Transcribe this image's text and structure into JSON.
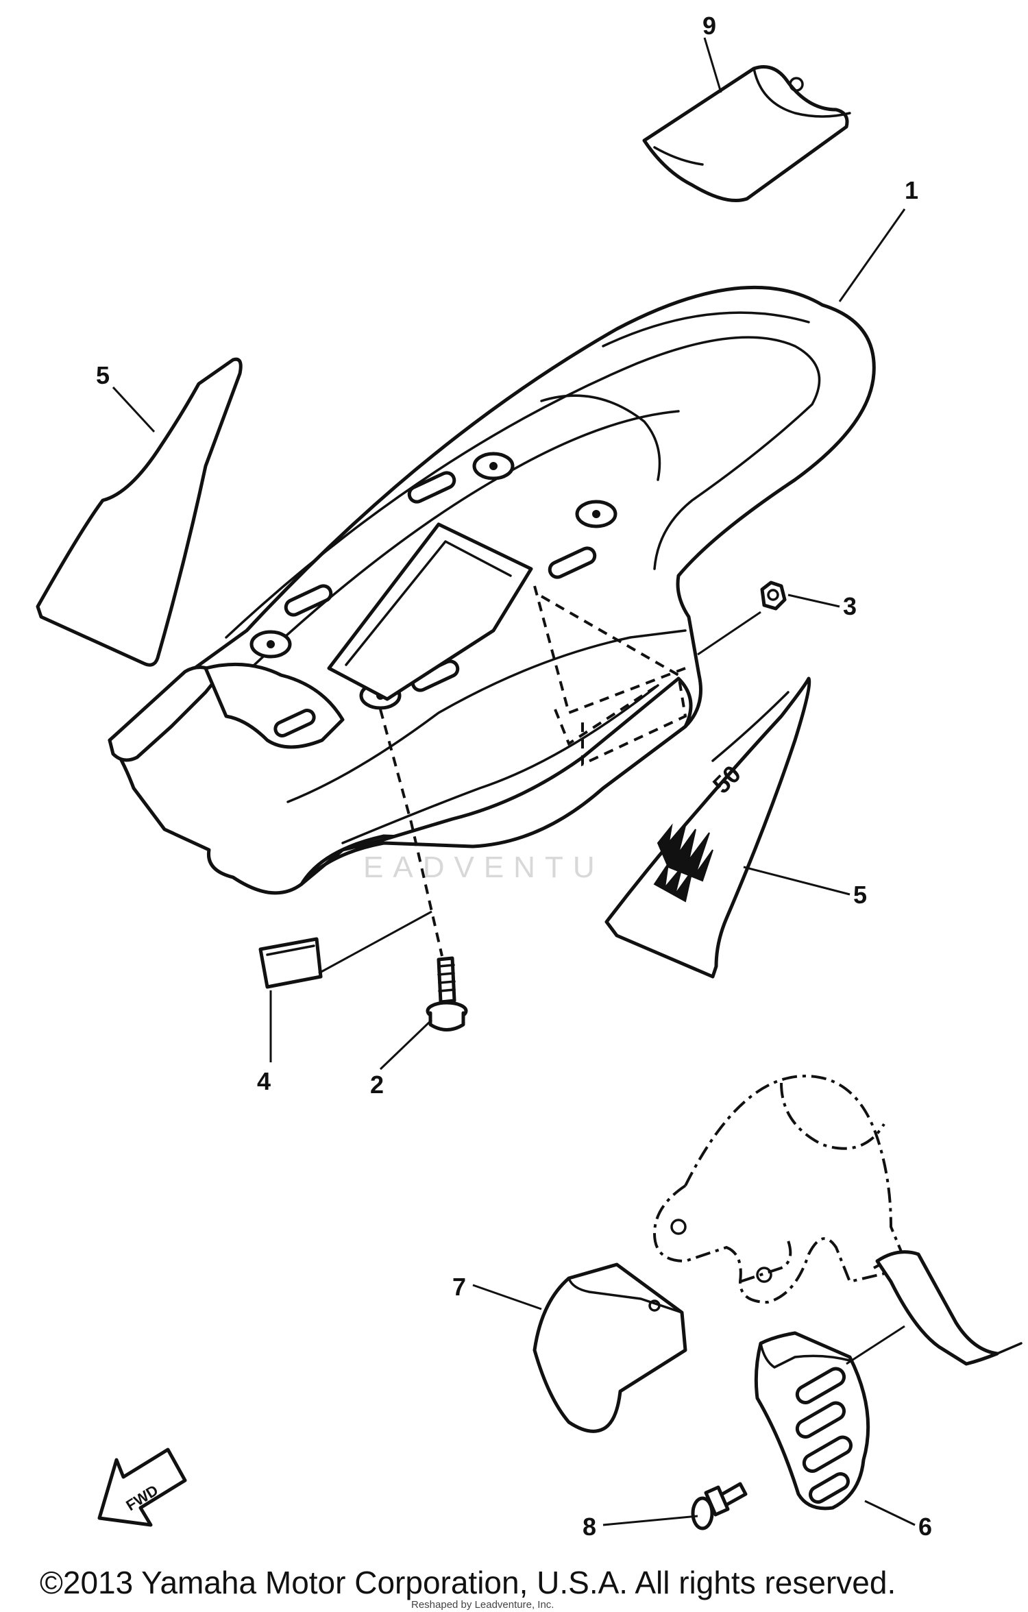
{
  "diagram": {
    "callouts": {
      "c1": "1",
      "c2": "2",
      "c3": "3",
      "c4": "4",
      "c5_left": "5",
      "c5_right": "5",
      "c6": "6",
      "c7": "7",
      "c8": "8",
      "c9": "9"
    },
    "decal_text": "50",
    "direction_arrow": "FWD",
    "watermark": "EADVENTU",
    "copyright": "©2013 Yamaha Motor Corporation, U.S.A. All rights reserved.",
    "credit": "Reshaped by Leadventure, Inc."
  }
}
